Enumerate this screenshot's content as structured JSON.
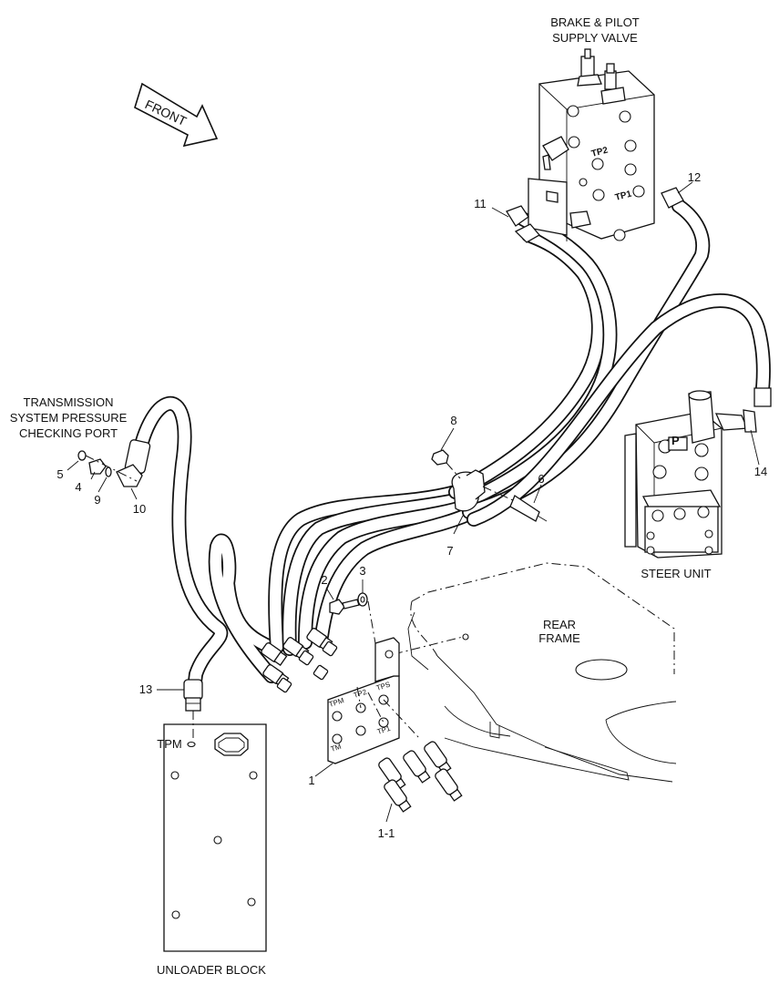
{
  "labels": {
    "brake_valve": [
      "BRAKE & PILOT",
      "SUPPLY VALVE"
    ],
    "front_arrow": "FRONT",
    "transmission_port": [
      "TRANSMISSION",
      "SYSTEM PRESSURE",
      "CHECKING PORT"
    ],
    "steer_unit": "STEER UNIT",
    "rear_frame": [
      "REAR",
      "FRAME"
    ],
    "unloader_block": "UNLOADER BLOCK",
    "tpm_port": "TPM"
  },
  "bracket_ports": [
    "TPM",
    "TP2",
    "TPS",
    "TM",
    "TP1"
  ],
  "valve_ports": [
    "TP2",
    "TP1"
  ],
  "steer_port": "P",
  "callouts": [
    "1",
    "1-1",
    "2",
    "3",
    "4",
    "5",
    "6",
    "7",
    "8",
    "9",
    "10",
    "11",
    "12",
    "13",
    "14"
  ]
}
